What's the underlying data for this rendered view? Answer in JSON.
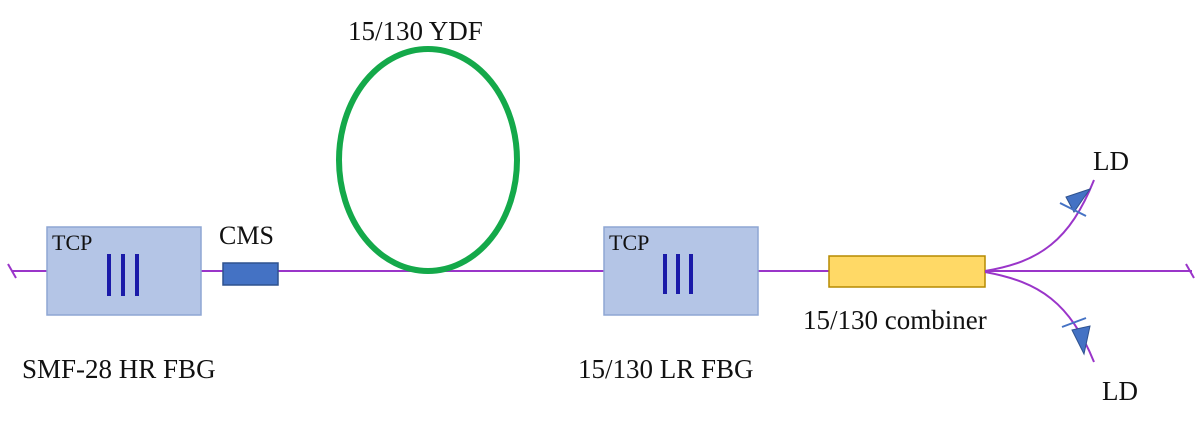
{
  "labels": {
    "ydf": "15/130 YDF",
    "cms": "CMS",
    "tcp_left": "TCP",
    "tcp_right": "TCP",
    "hr_fbg": "SMF-28 HR FBG",
    "lr_fbg": "15/130 LR FBG",
    "combiner": "15/130 combiner",
    "ld_top": "LD",
    "ld_bottom": "LD"
  },
  "colors": {
    "fiber": "#9a35c9",
    "ydf_coil": "#14a94a",
    "tcp_fill": "#b4c5e6",
    "tcp_border": "#8ea6d4",
    "grating": "#1a1aa8",
    "cms_fill": "#4472c4",
    "cms_border": "#2f528f",
    "combiner_fill": "#ffd966",
    "combiner_border": "#b58a00",
    "ld_fill": "#4472c4",
    "ld_cathode": "#4472c4"
  }
}
